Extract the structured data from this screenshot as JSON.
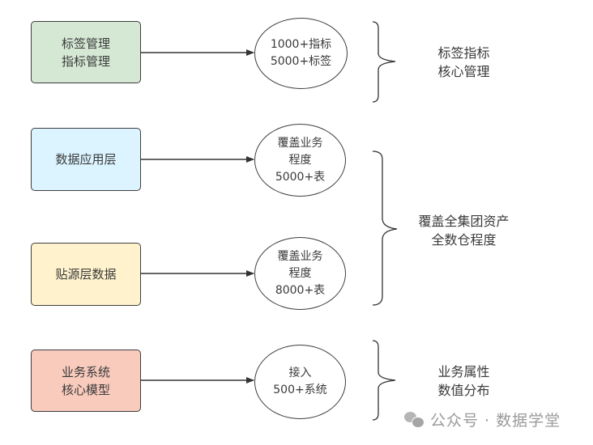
{
  "diagram": {
    "rows": [
      {
        "source": {
          "lines": [
            "标签管理",
            "指标管理"
          ],
          "fill": "#d5e8d4"
        },
        "target": {
          "lines": [
            "1000+指标",
            "5000+标签"
          ]
        }
      },
      {
        "source": {
          "lines": [
            "数据应用层"
          ],
          "fill": "#dbf4ff"
        },
        "target": {
          "lines": [
            "覆盖业务",
            "程度",
            "5000+表"
          ]
        }
      },
      {
        "source": {
          "lines": [
            "贴源层数据"
          ],
          "fill": "#fff2cc"
        },
        "target": {
          "lines": [
            "覆盖业务",
            "程度",
            "8000+表"
          ]
        }
      },
      {
        "source": {
          "lines": [
            "业务系统",
            "核心模型"
          ],
          "fill": "#f9cbbd"
        },
        "target": {
          "lines": [
            "接入",
            "500+系统"
          ]
        }
      }
    ],
    "brace_labels": [
      {
        "lines": [
          "标签指标",
          "核心管理"
        ]
      },
      {
        "lines": [
          "覆盖全集团资产",
          "全数仓程度"
        ]
      },
      {
        "lines": [
          "业务属性",
          "数值分布"
        ]
      }
    ]
  },
  "watermark": {
    "icon": "wechat-icon",
    "text": "公众号 · 数据学堂"
  }
}
